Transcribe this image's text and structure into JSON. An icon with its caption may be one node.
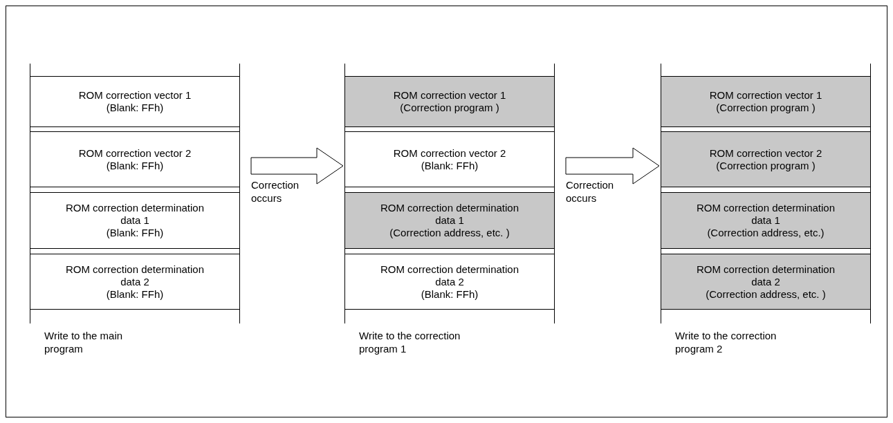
{
  "diagram": {
    "nodes": [
      {
        "text": [],
        "shape": "box",
        "beside": [
          "Write to the main program"
        ]
      },
      {
        "text": [
          "ROM correction vector 1",
          "(Blank: FFh)"
        ],
        "in": 0
      },
      {
        "text": [
          "ROM correction vector 2",
          "(Blank: FFh)"
        ],
        "in": 0
      },
      {
        "text": [
          "ROM correction determination data 1",
          "(Blank: FFh)"
        ],
        "in": 0
      },
      {
        "text": [
          "ROM correction determination data 2",
          "(Blank: FFh)"
        ],
        "in": 0
      },
      {
        "text": [],
        "shape": "box",
        "beside": [
          "Write to the correction program 1"
        ]
      },
      {
        "text": [
          "ROM correction vector 1",
          "(Correction program )"
        ],
        "in": 5
      },
      {
        "text": [
          "ROM correction vector 2",
          "(Blank: FFh)"
        ],
        "in": 5
      },
      {
        "text": [
          "ROM correction determination data 1",
          "(Correction address, etc. )"
        ],
        "in": 5
      },
      {
        "text": [
          "ROM correction determination data 2",
          "(Blank: FFh)"
        ],
        "in": 5
      },
      {
        "text": [],
        "shape": "box",
        "beside": [
          "Write to the correction program 2"
        ]
      },
      {
        "text": [
          "ROM correction vector 1",
          "(Correction program )"
        ],
        "in": 10
      },
      {
        "text": [
          "ROM correction vector 2",
          "(Correction program )"
        ],
        "in": 10
      },
      {
        "text": [
          "ROM correction determination data 1",
          "(Correction address, etc.)"
        ],
        "in": 10
      },
      {
        "text": [
          "ROM correction determination data 2",
          "(Correction address, etc. )"
        ],
        "in": 10
      }
    ],
    "edges": [
      {
        "from": 0,
        "to": 5,
        "arrow": "to",
        "label": "Correction occurs"
      },
      {
        "from": 5,
        "to": 10,
        "arrow": "to",
        "label": "Correction occurs"
      }
    ]
  }
}
